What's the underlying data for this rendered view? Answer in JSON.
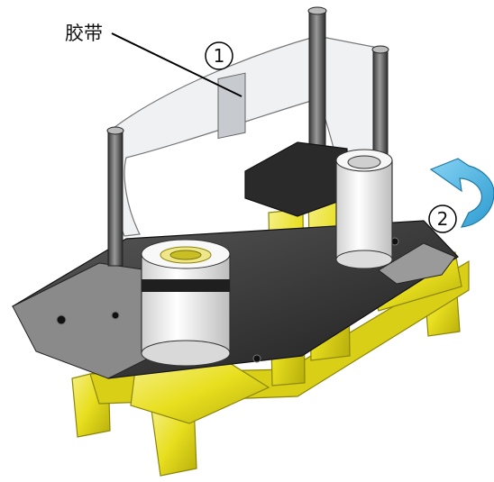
{
  "labels": {
    "tape": "胶带",
    "step1": "1",
    "step2": "2"
  },
  "icons": {
    "rotate_arrow": "clockwise-arrow-icon"
  },
  "colors": {
    "housing_yellow": "#e8df1f",
    "housing_yellow_dark": "#b7ae0b",
    "base_dark": "#2b2b2b",
    "base_mid": "#4a4a4a",
    "spool_white": "#f3f3f3",
    "arrow_blue": "#4fb7e6"
  }
}
